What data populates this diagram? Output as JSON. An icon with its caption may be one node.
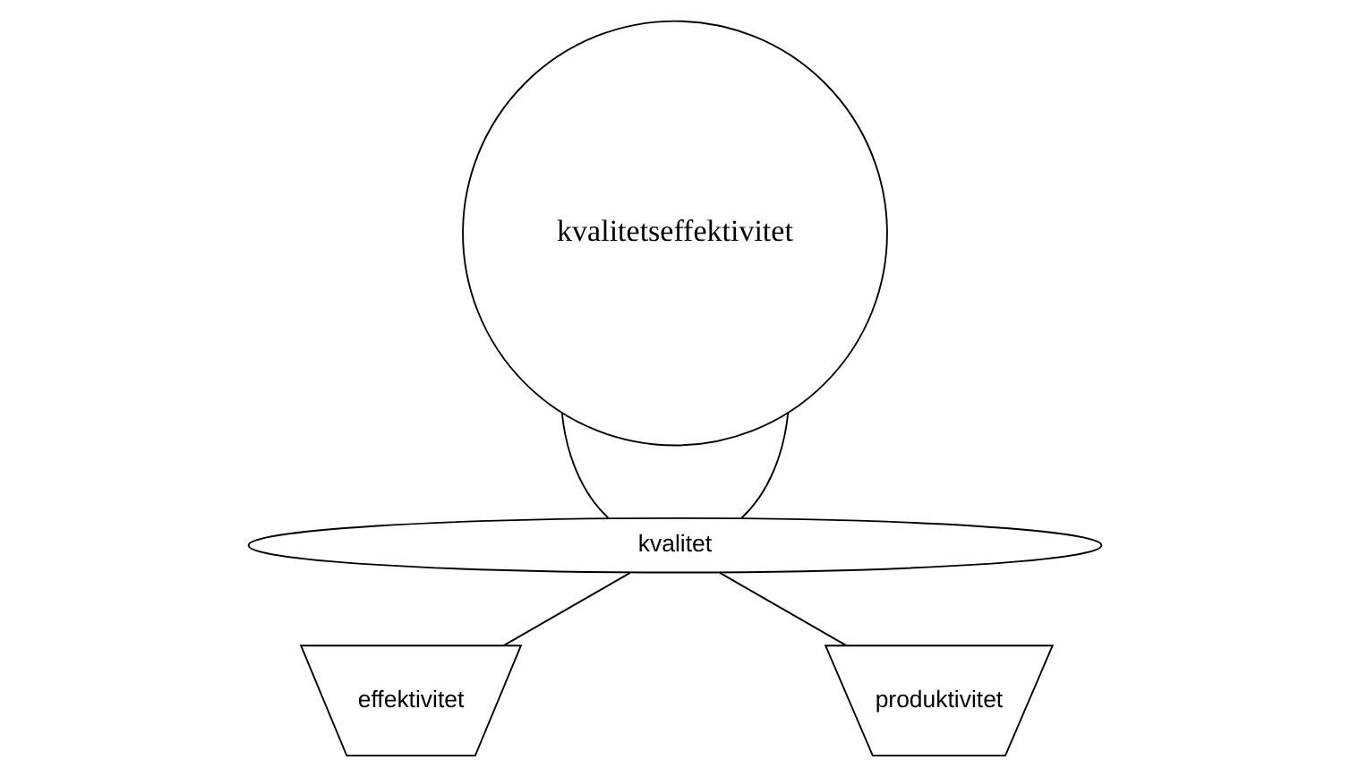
{
  "diagram": {
    "nodes": [
      {
        "text": [
          "kvalitetseffektivitet"
        ]
      },
      {
        "text": [
          "kvalitet"
        ]
      },
      {
        "text": [
          "effektivitet"
        ]
      },
      {
        "text": [
          "produktivitet"
        ]
      }
    ],
    "edges": [
      {
        "from": 0,
        "to": 1,
        "arrow": "none"
      },
      {
        "from": 0,
        "to": 1,
        "arrow": "none"
      },
      {
        "from": 1,
        "to": 2,
        "arrow": "none"
      },
      {
        "from": 1,
        "to": 3,
        "arrow": "none"
      }
    ]
  }
}
